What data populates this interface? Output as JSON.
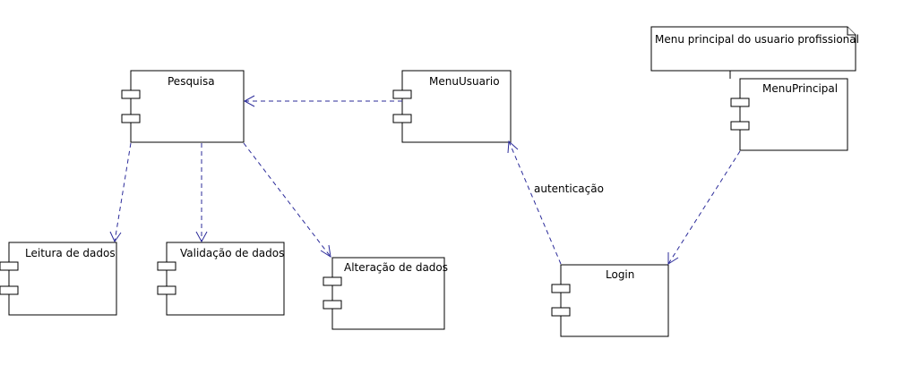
{
  "components": {
    "pesquisa": "Pesquisa",
    "menu_usuario": "MenuUsuario",
    "menu_principal": "MenuPrincipal",
    "leitura": "Leitura de dados",
    "validacao": "Validação de dados",
    "alteracao": "Alteração de dados",
    "login": "Login"
  },
  "note": {
    "text": "Menu principal do usuario profissional"
  },
  "edges": {
    "autenticacao_label": "autenticação"
  },
  "colors": {
    "dependency": "#2b2b9a",
    "outline": "#000000"
  }
}
